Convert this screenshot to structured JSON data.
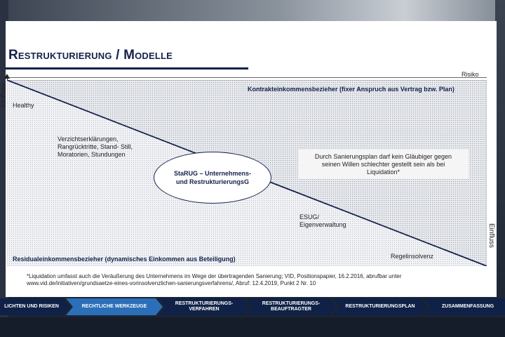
{
  "slide": {
    "title": "Restrukturierung / Modelle",
    "axis_left_label": "Einfluss",
    "axis_right_label": "Einfluss",
    "risk_label": "Risiko"
  },
  "chart": {
    "top_label": "Kontrakteinkommensbezieher (fixer Anspruch aus Vertrag bzw. Plan)",
    "bottom_label": "Residualeinkommensbezieher (dynamisches Einkommen aus Beteiligung)",
    "healthy": "Healthy",
    "stage_1_lines": [
      "Verzichtserklärungen,",
      "Rangrücktritte, Stand- Still,",
      "Moratorien, Stundungen"
    ],
    "ellipse_lines": [
      "StaRUG – Unternehmens-",
      "und RestrukturierungsG"
    ],
    "callout_lines": [
      "Durch Sanierungsplan darf kein Gläubiger gegen",
      "seinen Willen schlechter gestellt sein als bei",
      "Liquidation*"
    ],
    "esug_lines": [
      "ESUG/",
      "Eigenverwaltung"
    ],
    "regelinsolvenz": "Regelinsolvenz",
    "colors": {
      "navy": "#14224b",
      "hatch": "#b8bcc6"
    }
  },
  "footnote": {
    "line1": "*Liquidation umfasst auch die Veräußerung des Unternehmens im Wege der übertragenden Sanierung;  VID, Positionspapier, 16.2.2016, abrufbar unter",
    "line2": "www.vid.de/initiativen/grundsaetze-eines-vorinsolvenzlichen-sanierungsverfahrens/, Abruf: 12.4.2019, Punkt 2 Nr. 10"
  },
  "nav": [
    {
      "label": "lichten und Risiken",
      "active": false
    },
    {
      "label": "Rechtliche Werkzeuge",
      "active": true
    },
    {
      "label": "Restrukturierungs-\nverfahren",
      "active": false
    },
    {
      "label": "Restrukturierungs-\nbeauftragter",
      "active": false
    },
    {
      "label": "Restrukturierungsplan",
      "active": false
    },
    {
      "label": "Zusammenfassung",
      "active": false
    }
  ]
}
